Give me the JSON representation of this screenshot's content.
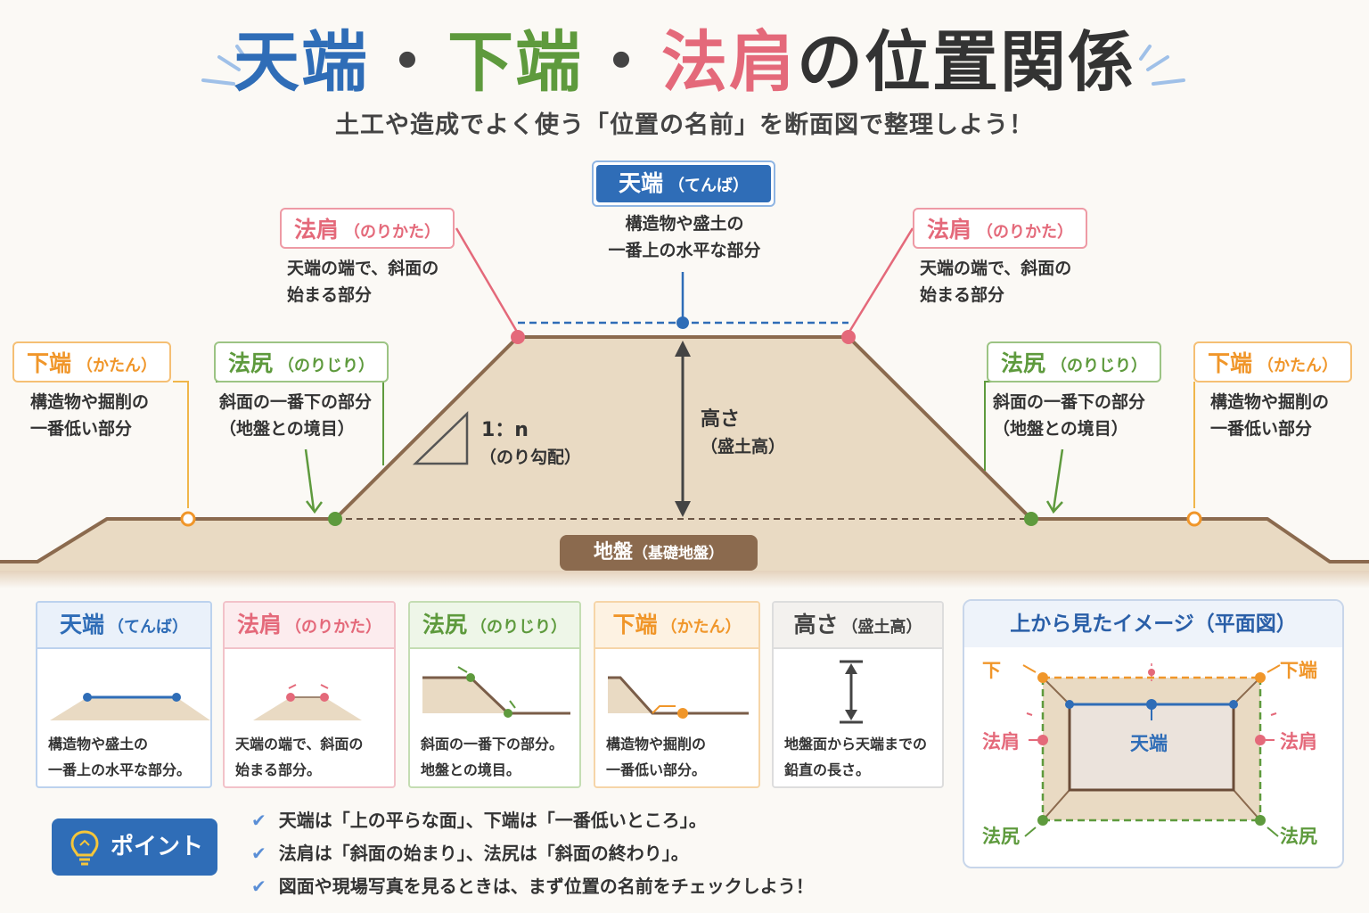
{
  "title": {
    "part1": "天端",
    "sep1": "・",
    "part2": "下端",
    "sep2": "・",
    "part3": "法肩",
    "part4": "の位置関係"
  },
  "subtitle": "土工や造成でよく使う「位置の名前」を断面図で整理しよう！",
  "diagram": {
    "tenba": {
      "label": "天端",
      "reading": "（てんば）",
      "desc1": "構造物や盛土の",
      "desc2": "一番上の水平な部分"
    },
    "norikata_left": {
      "label": "法肩",
      "reading": "（のりかた）",
      "desc1": "天端の端で、斜面の",
      "desc2": "始まる部分"
    },
    "norikata_right": {
      "label": "法肩",
      "reading": "（のりかた）",
      "desc1": "天端の端で、斜面の",
      "desc2": "始まる部分"
    },
    "katan_left": {
      "label": "下端",
      "reading": "（かたん）",
      "desc1": "構造物や掘削の",
      "desc2": "一番低い部分"
    },
    "katan_right": {
      "label": "下端",
      "reading": "（かたん）",
      "desc1": "構造物や掘削の",
      "desc2": "一番低い部分"
    },
    "norijiri_left": {
      "label": "法尻",
      "reading": "（のりじり）",
      "desc1": "斜面の一番下の部分",
      "desc2": "（地盤との境目）"
    },
    "norijiri_right": {
      "label": "法尻",
      "reading": "（のりじり）",
      "desc1": "斜面の一番下の部分",
      "desc2": "（地盤との境目）"
    },
    "slope": {
      "ratio": "1：n",
      "note": "（のり勾配）"
    },
    "height": {
      "label": "高さ",
      "note": "（盛土高）"
    },
    "ground": {
      "label": "地盤",
      "note": "（基礎地盤）"
    }
  },
  "cards": [
    {
      "title": "天端",
      "reading": "（てんば）",
      "line1": "構造物や盛土の",
      "line2": "一番上の水平な部分。"
    },
    {
      "title": "法肩",
      "reading": "（のりかた）",
      "line1": "天端の端で、斜面の",
      "line2": "始まる部分。"
    },
    {
      "title": "法尻",
      "reading": "（のりじり）",
      "line1": "斜面の一番下の部分。",
      "line2": "地盤との境目。"
    },
    {
      "title": "下端",
      "reading": "（かたん）",
      "line1": "構造物や掘削の",
      "line2": "一番低い部分。"
    },
    {
      "title": "高さ",
      "reading": "（盛土高）",
      "line1": "地盤面から天端までの",
      "line2": "鉛直の長さ。"
    }
  ],
  "point": {
    "label": "ポイント",
    "tips": [
      "天端は「上の平らな面」、下端は「一番低いところ」。",
      "法肩は「斜面の始まり」、法尻は「斜面の終わり」。",
      "図面や現場写真を見るときは、まず位置の名前をチェックしよう！"
    ]
  },
  "plan": {
    "title": "上から見たイメージ（平面図）",
    "katan_left": "下",
    "katan_right": "下端",
    "norikata_left": "法肩",
    "norikata_right": "法肩",
    "tenba": "天端",
    "norijiri_left": "法尻",
    "norijiri_right": "法尻"
  },
  "colors": {
    "tenba": "#2f6db7",
    "norikata": "#e4697a",
    "norijiri": "#5e9a3d",
    "katan": "#f0962a",
    "height": "#555555",
    "ground": "#8b6a4e",
    "embankment": "#e9dac3"
  }
}
